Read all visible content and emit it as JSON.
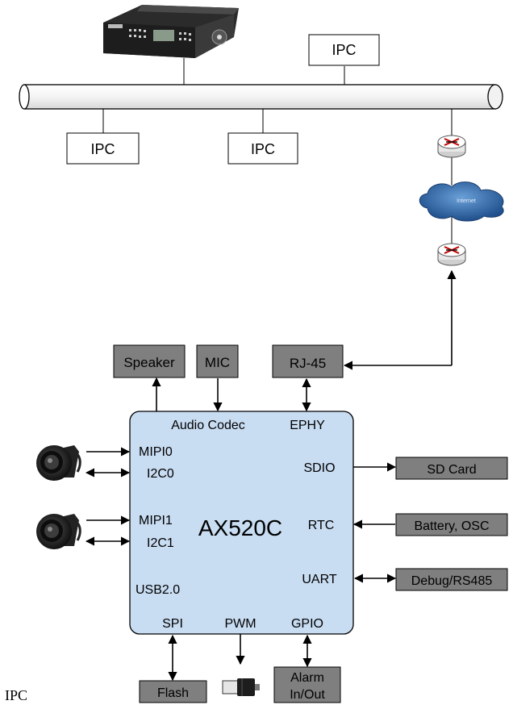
{
  "network": {
    "ipc_top": "IPC",
    "ipc_left": "IPC",
    "ipc_mid": "IPC",
    "cloud_text": "Internet"
  },
  "peripherals_top": {
    "speaker": "Speaker",
    "mic": "MIC",
    "rj45": "RJ-45"
  },
  "chip": {
    "name": "AX520C",
    "audio_codec": "Audio Codec",
    "ephy": "EPHY",
    "mipi0": "MIPI0",
    "i2c0": "I2C0",
    "mipi1": "MIPI1",
    "i2c1": "I2C1",
    "usb": "USB2.0",
    "sdio": "SDIO",
    "rtc": "RTC",
    "uart": "UART",
    "spi": "SPI",
    "pwm": "PWM",
    "gpio": "GPIO"
  },
  "peripherals_right": {
    "sd": "SD Card",
    "battery": "Battery, OSC",
    "debug": "Debug/RS485"
  },
  "peripherals_bottom": {
    "flash": "Flash",
    "alarm_line1": "Alarm",
    "alarm_line2": "In/Out"
  },
  "caption": "IPC",
  "colors": {
    "chip_fill": "#c8dcf2",
    "box_fill": "#7f7f7f",
    "cloud": "#3a6fb0"
  }
}
